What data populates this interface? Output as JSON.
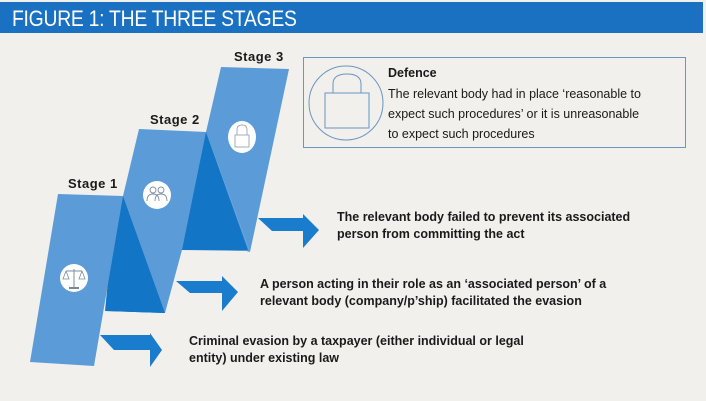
{
  "header": {
    "title": "FIGURE 1: THE THREE STAGES",
    "background_color": "#1a71c2"
  },
  "stages": [
    {
      "label": "Stage  1",
      "icon": "scales-of-justice-icon",
      "description": "Criminal evasion by a taxpayer (either individual or legal entity) under existing law",
      "description_lines": [
        "Criminal evasion by a taxpayer (either individual or legal",
        "entity) under existing law"
      ]
    },
    {
      "label": "Stage  2",
      "icon": "people-icon",
      "description": "A person acting in their role as an ‘associated person’ of a relevant body (company/p’ship) facilitated the evasion",
      "description_lines": [
        "A person acting in their role as an ‘associated person’ of a",
        "relevant body (company/p’ship) facilitated the evasion"
      ]
    },
    {
      "label": "Stage  3",
      "icon": "padlock-icon",
      "description": "The relevant body failed to prevent its associated person from committing the act",
      "description_lines": [
        "The relevant body failed to prevent its associated",
        "person from committing the act"
      ]
    }
  ],
  "defence": {
    "title": "Defence",
    "icon": "padlock-icon",
    "lines": [
      "The relevant body had in place ‘reasonable to",
      "expect such procedures’ or it is unreasonable",
      "to expect such procedures"
    ]
  },
  "colors": {
    "background": "#f1f0ec",
    "panel_light": "#5b9bd8",
    "panel_dark": "#1375c6",
    "arrow": "#1a7ccc",
    "box_border": "#6c95c2"
  }
}
